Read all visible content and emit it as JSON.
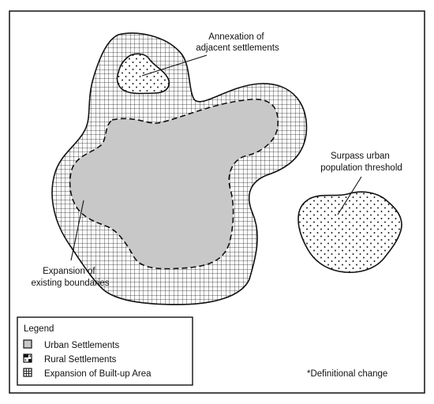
{
  "labels": {
    "annexation": [
      "Annexation of",
      "adjacent settlements"
    ],
    "surpass": [
      "Surpass urban",
      "population threshold"
    ],
    "expansion": [
      "Expansion of",
      "existing boundaries"
    ],
    "footnote": "*Definitional change"
  },
  "legend": {
    "title": "Legend",
    "items": [
      {
        "label": "Urban Settlements",
        "symbol": "gray-fill"
      },
      {
        "label": "Rural Settlements",
        "symbol": "dot-pattern"
      },
      {
        "label": "Expansion of Built-up Area",
        "symbol": "grid-pattern"
      }
    ]
  },
  "colors": {
    "urban_fill": "#c8c8c8",
    "outline": "#111111",
    "background": "#ffffff"
  }
}
